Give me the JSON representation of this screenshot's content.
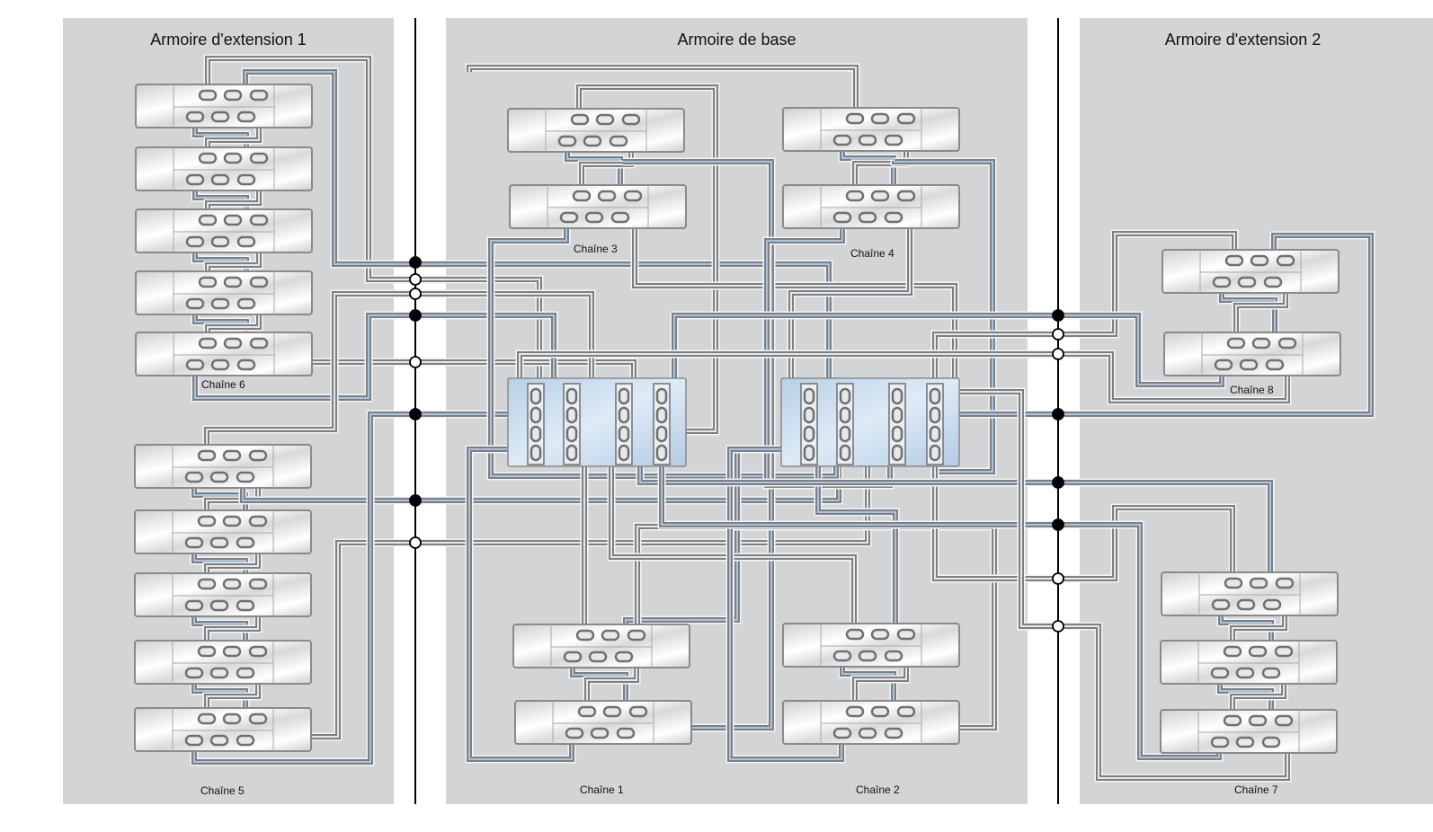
{
  "cabinets": [
    {
      "id": "ext1",
      "title": "Armoire d'extension 1"
    },
    {
      "id": "base",
      "title": "Armoire de base"
    },
    {
      "id": "ext2",
      "title": "Armoire d'extension 2"
    }
  ],
  "chains": [
    {
      "id": "chain-1",
      "label": "Chaîne 1",
      "shelves": 2,
      "cabinet": "base"
    },
    {
      "id": "chain-2",
      "label": "Chaîne 2",
      "shelves": 2,
      "cabinet": "base"
    },
    {
      "id": "chain-3",
      "label": "Chaîne 3",
      "shelves": 2,
      "cabinet": "base"
    },
    {
      "id": "chain-4",
      "label": "Chaîne 4",
      "shelves": 2,
      "cabinet": "base"
    },
    {
      "id": "chain-5",
      "label": "Chaîne 5",
      "shelves": 5,
      "cabinet": "ext1"
    },
    {
      "id": "chain-6",
      "label": "Chaîne 6",
      "shelves": 5,
      "cabinet": "ext1"
    },
    {
      "id": "chain-7",
      "label": "Chaîne 7",
      "shelves": 3,
      "cabinet": "ext2"
    },
    {
      "id": "chain-8",
      "label": "Chaîne 8",
      "shelves": 2,
      "cabinet": "ext2"
    }
  ],
  "controllers": [
    {
      "id": "controller-1",
      "cabinet": "base",
      "hba_cards": 4,
      "ports_per_card": 4
    },
    {
      "id": "controller-2",
      "cabinet": "base",
      "hba_cards": 4,
      "ports_per_card": 4
    }
  ],
  "cable_legend": {
    "blue_core": "filled-junction",
    "white_core": "open-junction"
  },
  "colors": {
    "cabinet_bg": "#d3d4d6",
    "cable_sheath": "#7d7f83",
    "cable_core_blue": "#a9c3da",
    "cable_core_white": "#e6e7e9",
    "controller_bg": "#c9dbee",
    "divider": "#000000"
  }
}
